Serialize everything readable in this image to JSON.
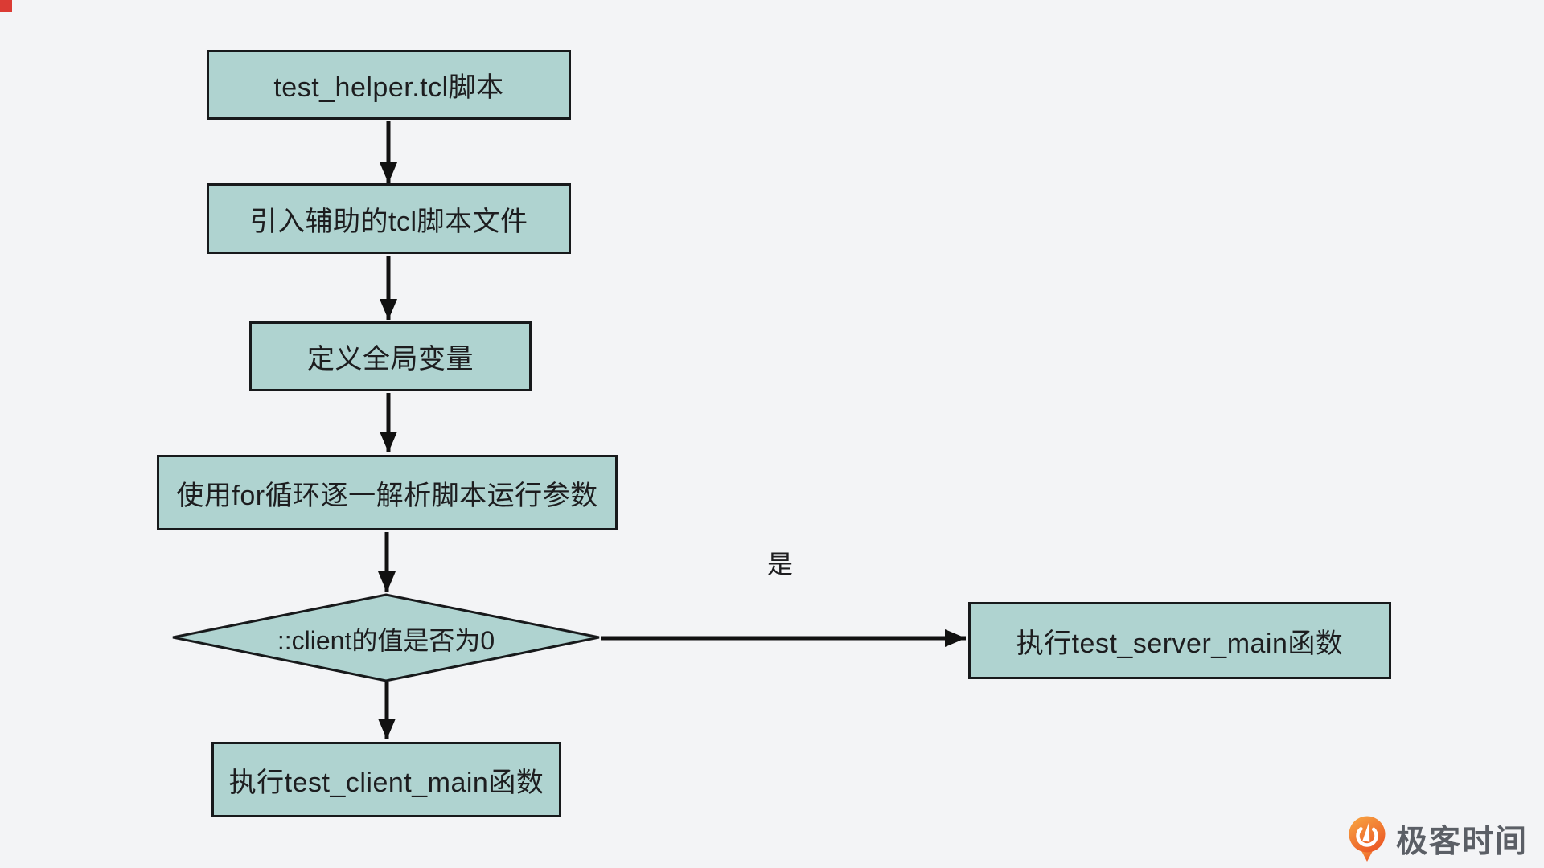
{
  "title": "test_helper.tcl flow diagram",
  "colors": {
    "background": "#f3f4f6",
    "node_fill": "#afd3d0",
    "node_border": "#17191b",
    "text": "#1d1d1f",
    "arrow": "#111111",
    "corner_marker": "#db3b34",
    "brand_orange": "#ec5b26",
    "brand_orange_light": "#f8a944",
    "brand_text": "#5b5f66"
  },
  "nodes": {
    "start": {
      "label": "test_helper.tcl脚本"
    },
    "import": {
      "label": "引入辅助的tcl脚本文件"
    },
    "globals": {
      "label": "定义全局变量"
    },
    "forloop": {
      "label": "使用for循环逐一解析脚本运行参数"
    },
    "decision": {
      "label": "::client的值是否为0"
    },
    "server": {
      "label": "执行test_server_main函数"
    },
    "client": {
      "label": "执行test_client_main函数"
    }
  },
  "edges": {
    "yes_label": "是"
  },
  "watermark": {
    "brand": "极客时间",
    "icon": "geektime-pin-logo"
  }
}
